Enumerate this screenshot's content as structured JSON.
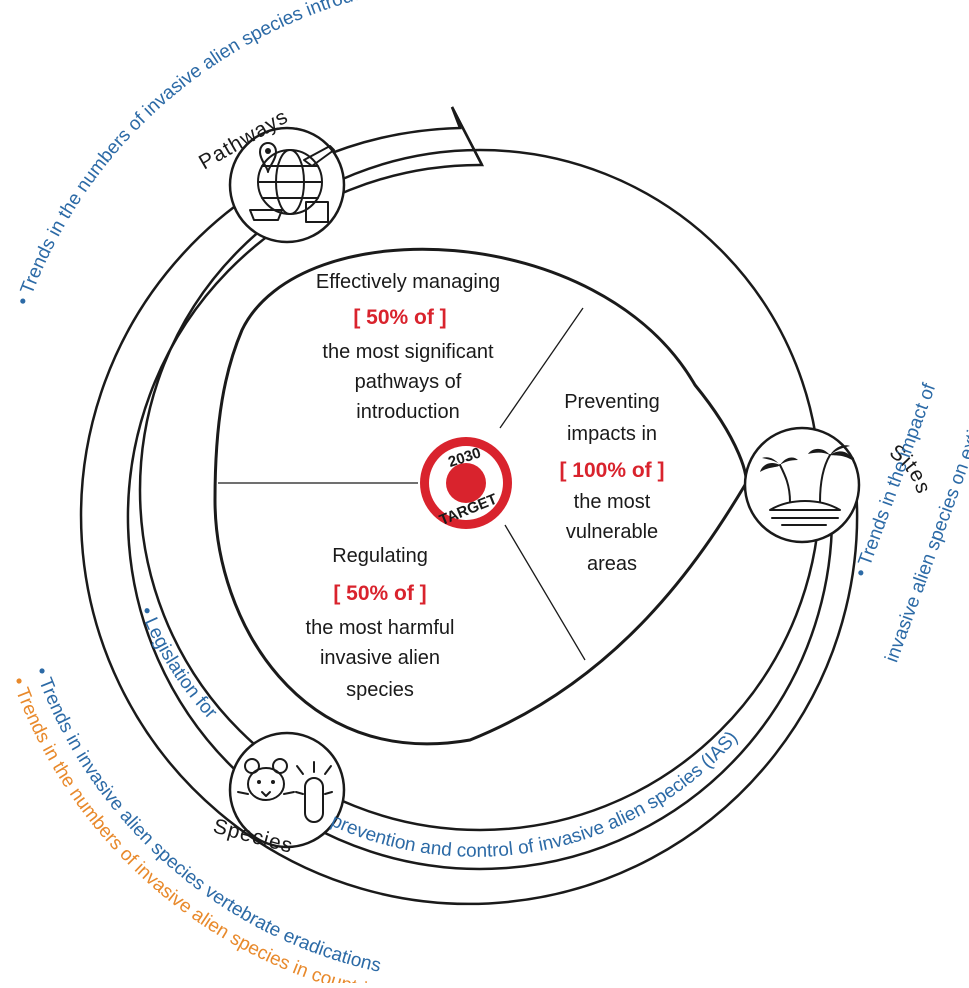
{
  "segments": {
    "pathways": {
      "line1": "Effectively managing",
      "percent": "[ 50% of ]",
      "line2": "the most significant",
      "line3": "pathways of",
      "line4": "introduction"
    },
    "sites": {
      "line1": "Preventing",
      "line2": "impacts in",
      "percent": "[ 100% of ]",
      "line3": "the most",
      "line4": "vulnerable",
      "line5": "areas"
    },
    "species": {
      "line1": "Regulating",
      "percent": "[ 50% of ]",
      "line2": "the most harmful",
      "line3": "invasive alien",
      "line4": "species"
    }
  },
  "badge": {
    "year": "2030",
    "word": "TARGET"
  },
  "labels": {
    "pathways": "Pathways",
    "sites": "Sites",
    "species": "Species"
  },
  "ring_text": {
    "legislation_part1": "• Legislation for",
    "legislation_part2": "prevention and control of invasive alien species (IAS)"
  },
  "indicators": {
    "pathways_trend": "• Trends in the numbers of invasive alien species introduction",
    "sites_trend_line1": "• Trends in the impact of",
    "sites_trend_line2": "invasive alien species on extinction risk",
    "species_trend_blue": "• Trends in invasive alien species vertebrate eradications",
    "species_trend_orange": "• Trends in the numbers of invasive alien species in countries"
  },
  "icons": [
    "globe-transport-icon",
    "palm-island-icon",
    "rodent-cactus-icon"
  ],
  "colors": {
    "accent_red": "#d9232d",
    "indicator_blue": "#2c6aa6",
    "indicator_orange": "#e8892b",
    "line_black": "#1a1a1a"
  }
}
